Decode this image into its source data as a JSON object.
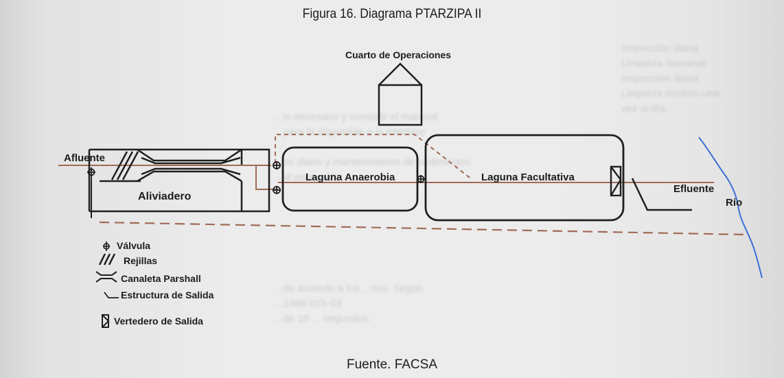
{
  "figure": {
    "title": "Figura 16. Diagrama PTARZIPA II",
    "source": "Fuente.  FACSA"
  },
  "diagram": {
    "nodes": {
      "control_room": "Cuarto de Operaciones",
      "inflow": "Afluente",
      "overflow": "Aliviadero",
      "anaerobic_lagoon": "Laguna Anaerobia",
      "facultative_lagoon": "Laguna Facultativa",
      "outflow": "Efluente",
      "river": "Río"
    },
    "colors": {
      "outline": "#1f1f1f",
      "pipe": "#a06a56",
      "river": "#3a6fd8"
    }
  },
  "legend": {
    "items": [
      {
        "symbol": "valve-icon",
        "label": "Válvula"
      },
      {
        "symbol": "grates-icon",
        "label": "Rejillas"
      },
      {
        "symbol": "parshall-flume-icon",
        "label": "Canaleta Parshall"
      },
      {
        "symbol": "outlet-structure-icon",
        "label": "Estructura de Salida"
      },
      {
        "symbol": "outlet-weir-icon",
        "label": "Vertedero de Salida"
      }
    ]
  },
  "background_text": {
    "mid": [
      "...lo necesario y consistir el material",
      "...para la disponible a la interfase",
      "",
      "...so diario y mantenimiento de sedimentos",
      "...al para ...01."
    ],
    "right": [
      "Inspección diaria",
      "Limpieza Semanal",
      "Inspección diaria",
      "Limpieza mínimo una",
      "vez al día"
    ],
    "bottom": [
      "...de acuerdo a los ...nos. Según",
      "...1988-015-03",
      "...de 16 ... segundos."
    ]
  }
}
